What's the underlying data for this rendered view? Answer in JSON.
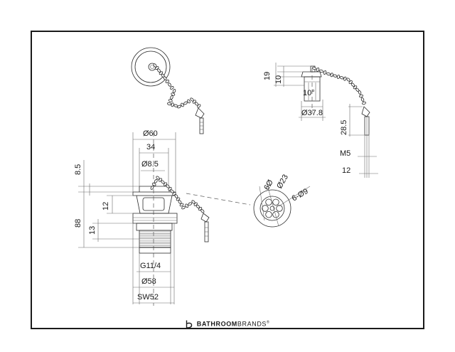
{
  "dimensions": {
    "top_dia_38": "Ø37.8",
    "top_h19": "19",
    "top_h10": "10",
    "top_angle": "10°",
    "chain_len": "28.5",
    "thread": "M5",
    "pin": "12",
    "dia60": "Ø60",
    "w34": "34",
    "dia8_5": "Ø8.5",
    "h8_5": "8.5",
    "h12": "12",
    "h88": "88",
    "h13": "13",
    "g_thread": "G11/4",
    "dia58": "Ø58",
    "sw52": "SW52",
    "grate_6": "6Ø",
    "grate_23": "Ø23",
    "grate_6x9": "6-Ø9"
  },
  "brand": {
    "part1": "BATHROOM",
    "part2": "BRANDS",
    "mark": "®"
  },
  "colors": {
    "line": "#2b2b2b",
    "frame": "#1a1a1a",
    "background": "#ffffff"
  }
}
